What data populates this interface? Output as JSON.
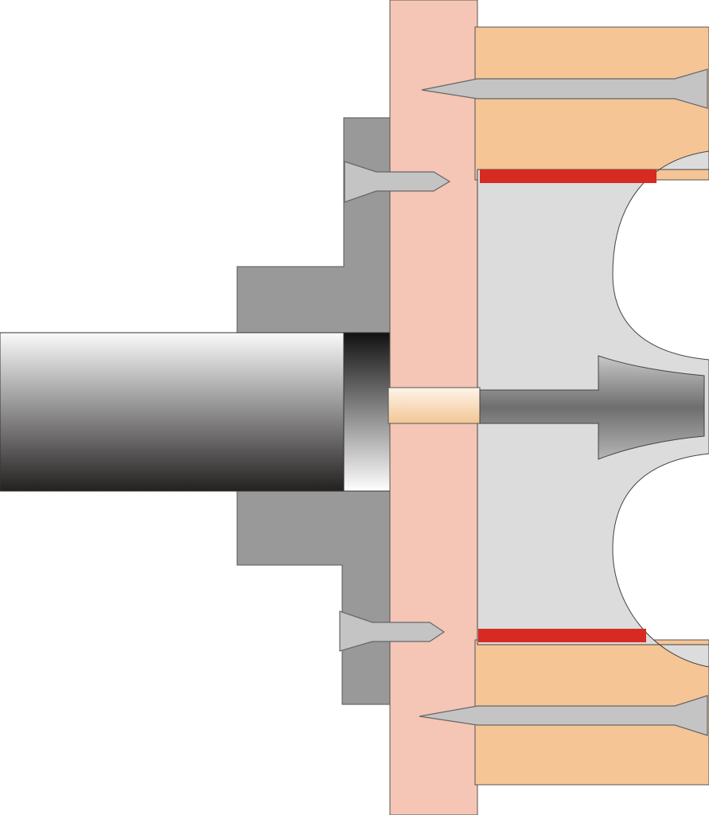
{
  "diagram": {
    "kind": "cross-section",
    "labels": [],
    "colors": {
      "background": "#ffffff",
      "board": "#f5c5b5",
      "wood_block": "#f6c596",
      "housing": "#999999",
      "housing_outline": "#555555",
      "core_insert": "#dcdcdc",
      "nail": "#c4c4c4",
      "nail_outline": "#666666",
      "seal_strip": "#d72a22",
      "plunger": "#8a8a8a",
      "bushing_light": "#fff4e8",
      "bushing_dark": "#f2c796",
      "rod_light": "#fafafa",
      "rod_dark": "#232020",
      "collar_light": "#ffffff",
      "collar_dark": "#111111"
    },
    "parts": [
      {
        "id": "rod",
        "icon": "cylinder-rod"
      },
      {
        "id": "collar",
        "icon": "rod-collar"
      },
      {
        "id": "stepped-housing",
        "icon": "flange-housing"
      },
      {
        "id": "mounting-board",
        "icon": "board"
      },
      {
        "id": "bushing",
        "icon": "sleeve-bushing"
      },
      {
        "id": "upper-wood-block",
        "icon": "wood-block"
      },
      {
        "id": "lower-wood-block",
        "icon": "wood-block"
      },
      {
        "id": "core-insert",
        "icon": "curved-insert"
      },
      {
        "id": "plunger",
        "icon": "flared-plunger"
      },
      {
        "id": "upper-seal-strip",
        "icon": "seal-strip"
      },
      {
        "id": "lower-seal-strip",
        "icon": "seal-strip"
      },
      {
        "id": "upper-long-nail",
        "icon": "nail"
      },
      {
        "id": "lower-long-nail",
        "icon": "nail"
      },
      {
        "id": "upper-short-nail",
        "icon": "nail"
      },
      {
        "id": "lower-short-nail",
        "icon": "nail"
      }
    ]
  }
}
